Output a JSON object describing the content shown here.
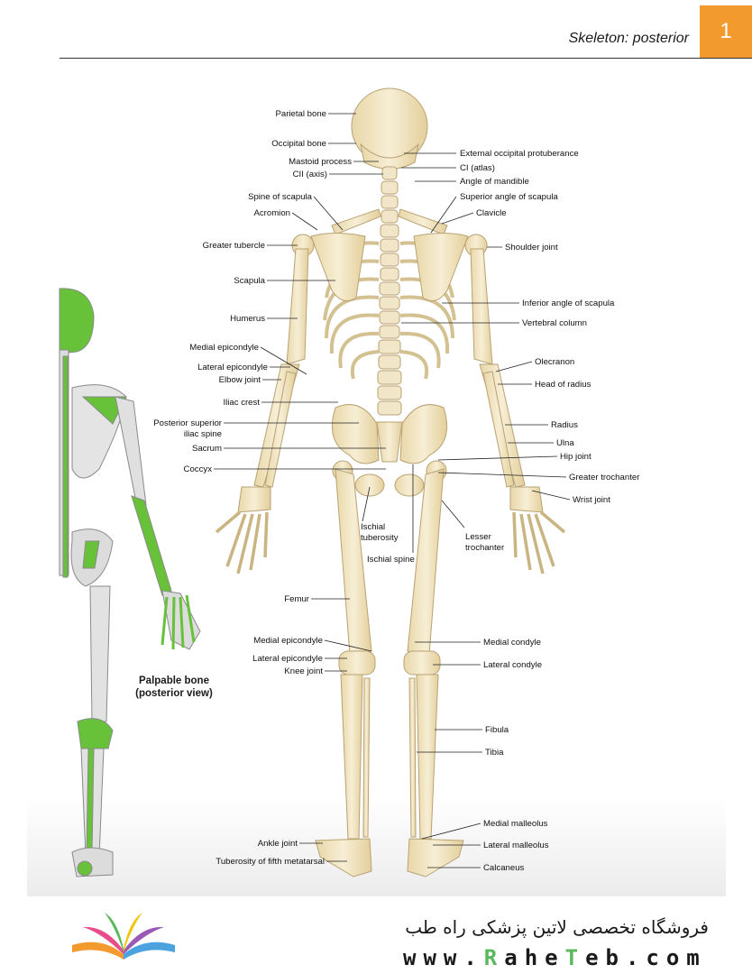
{
  "header": {
    "title": "Skeleton: posterior",
    "page_number": "1"
  },
  "caption": {
    "line1": "Palpable bone",
    "line2": "(posterior view)"
  },
  "labels_left": [
    "Parietal bone",
    "Occipital bone",
    "Mastoid process",
    "CII (axis)",
    "Spine of scapula",
    "Acromion",
    "Greater tubercle",
    "Scapula",
    "Humerus",
    "Medial epicondyle",
    "Lateral epicondyle",
    "Elbow joint",
    "Iliac crest",
    "Posterior superior",
    "iliac spine",
    "Sacrum",
    "Coccyx",
    "Ischial",
    "tuberosity",
    "Ischial spine",
    "Femur",
    "Medial epicondyle",
    "Lateral epicondyle",
    "Knee joint",
    "Ankle joint",
    "Tuberosity of fifth metatarsal"
  ],
  "labels_right": [
    "External occipital protuberance",
    "CI (atlas)",
    "Angle of mandible",
    "Superior angle of scapula",
    "Clavicle",
    "Shoulder joint",
    "Inferior angle of scapula",
    "Vertebral column",
    "Olecranon",
    "Head of radius",
    "Radius",
    "Ulna",
    "Hip joint",
    "Greater trochanter",
    "Wrist joint",
    "Lesser",
    "trochanter",
    "Medial condyle",
    "Lateral condyle",
    "Fibula",
    "Tibia",
    "Medial malleolus",
    "Lateral malleolus",
    "Calcaneus"
  ],
  "footer": {
    "shop_name": "فروشگاه تخصصی لاتین پزشکی  راه طب",
    "url_a": "www.",
    "url_b": "R",
    "url_c": "ahe",
    "url_d": "T",
    "url_e": "eb.com"
  },
  "colors": {
    "bone": "#efe2c0",
    "bone_stroke": "#b9a273",
    "palpable": "#67c23a",
    "accent": "#f39a2e"
  }
}
